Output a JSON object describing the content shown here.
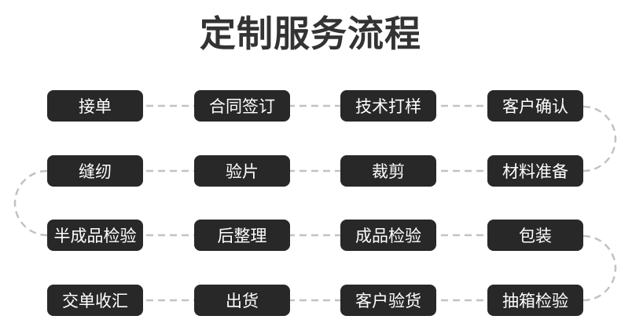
{
  "title": "定制服务流程",
  "colors": {
    "background": "#ffffff",
    "node_bg": "#282828",
    "node_text": "#ffffff",
    "connector": "#c5c2bb",
    "title_text": "#333333"
  },
  "steps": [
    [
      "接单",
      "合同签订",
      "技术打样",
      "客户确认"
    ],
    [
      "缝纫",
      "验片",
      "裁剪",
      "材料准备"
    ],
    [
      "半成品检验",
      "后整理",
      "成品检验",
      "包装"
    ],
    [
      "交单收汇",
      "出货",
      "客户验货",
      "抽箱检验"
    ]
  ]
}
